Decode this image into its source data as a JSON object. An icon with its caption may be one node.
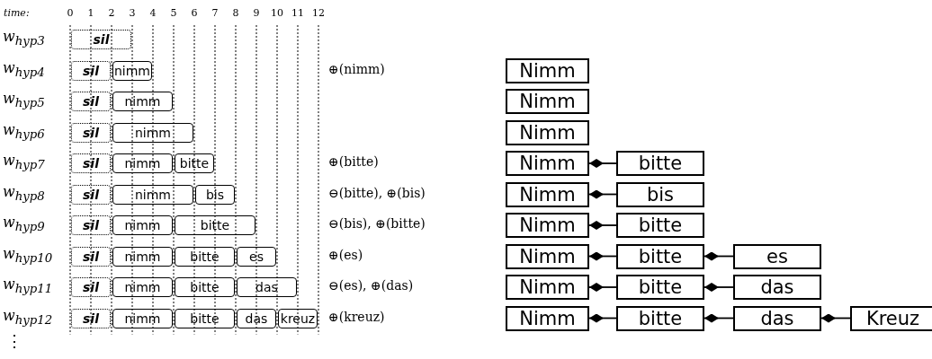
{
  "diagram": {
    "nodes": [
      {
        "text": [
          "sil"
        ]
      },
      {
        "text": [
          "sil"
        ]
      },
      {
        "text": [
          "nimm"
        ]
      },
      {
        "text": [
          "Nimm"
        ]
      },
      {
        "text": [
          "sil"
        ]
      },
      {
        "text": [
          "nimm"
        ]
      },
      {
        "text": [
          "Nimm"
        ]
      },
      {
        "text": [
          "sil"
        ]
      },
      {
        "text": [
          "nimm"
        ]
      },
      {
        "text": [
          "Nimm"
        ]
      },
      {
        "text": [
          "sil"
        ]
      },
      {
        "text": [
          "nimm"
        ]
      },
      {
        "text": [
          "bitte"
        ]
      },
      {
        "text": [
          "Nimm"
        ]
      },
      {
        "text": [
          "bitte"
        ]
      },
      {
        "text": [
          "sil"
        ]
      },
      {
        "text": [
          "nimm"
        ]
      },
      {
        "text": [
          "bis"
        ]
      },
      {
        "text": [
          "Nimm"
        ]
      },
      {
        "text": [
          "bis"
        ]
      },
      {
        "text": [
          "sil"
        ]
      },
      {
        "text": [
          "nimm"
        ]
      },
      {
        "text": [
          "bitte"
        ]
      },
      {
        "text": [
          "Nimm"
        ]
      },
      {
        "text": [
          "bitte"
        ]
      },
      {
        "text": [
          "sil"
        ]
      },
      {
        "text": [
          "nimm"
        ]
      },
      {
        "text": [
          "bitte"
        ]
      },
      {
        "text": [
          "es"
        ]
      },
      {
        "text": [
          "Nimm"
        ]
      },
      {
        "text": [
          "bitte"
        ]
      },
      {
        "text": [
          "es"
        ]
      },
      {
        "text": [
          "sil"
        ]
      },
      {
        "text": [
          "nimm"
        ]
      },
      {
        "text": [
          "bitte"
        ]
      },
      {
        "text": [
          "das"
        ]
      },
      {
        "text": [
          "Nimm"
        ]
      },
      {
        "text": [
          "bitte"
        ]
      },
      {
        "text": [
          "das"
        ]
      },
      {
        "text": [
          "sil"
        ]
      },
      {
        "text": [
          "nimm"
        ]
      },
      {
        "text": [
          "bitte"
        ]
      },
      {
        "text": [
          "das"
        ]
      },
      {
        "text": [
          "kreuz"
        ]
      },
      {
        "text": [
          "Nimm"
        ]
      },
      {
        "text": [
          "bitte"
        ]
      },
      {
        "text": [
          "das"
        ]
      },
      {
        "text": [
          "Kreuz"
        ]
      }
    ],
    "edges": [
      {
        "from": 13,
        "to": 14,
        "arrow": "other"
      },
      {
        "from": 18,
        "to": 19,
        "arrow": "other"
      },
      {
        "from": 23,
        "to": 24,
        "arrow": "other"
      },
      {
        "from": 29,
        "to": 30,
        "arrow": "other"
      },
      {
        "from": 30,
        "to": 31,
        "arrow": "other"
      },
      {
        "from": 36,
        "to": 37,
        "arrow": "other"
      },
      {
        "from": 37,
        "to": 38,
        "arrow": "other"
      },
      {
        "from": 44,
        "to": 45,
        "arrow": "other"
      },
      {
        "from": 45,
        "to": 46,
        "arrow": "other"
      },
      {
        "from": 46,
        "to": 47,
        "arrow": "other"
      }
    ],
    "labels": [
      "time:",
      "0",
      "1",
      "2",
      "3",
      "4",
      "5",
      "6",
      "7",
      "8",
      "9",
      "10",
      "11",
      "12",
      "w$_{hyp3}$",
      "w$_{hyp4}$",
      "⊕(nimm)",
      "w$_{hyp5}$",
      "w$_{hyp6}$",
      "w$_{hyp7}$",
      "⊕(bitte)",
      "w$_{hyp8}$",
      "⊖(bitte), ⊕(bis)",
      "w$_{hyp9}$",
      "⊖(bis), ⊕(bitte)",
      "w$_{hyp10}$",
      "⊕(es)",
      "w$_{hyp11}$",
      "⊖(es), ⊕(das)",
      "w$_{hyp12}$",
      "⊕(kreuz)",
      "⋮"
    ]
  }
}
